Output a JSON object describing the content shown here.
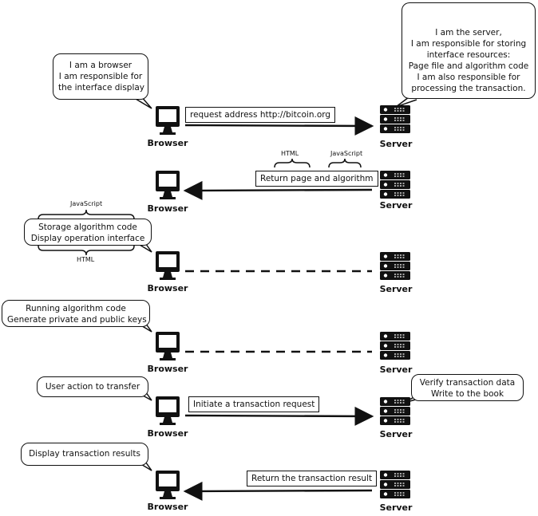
{
  "diagram": {
    "browser_label": "Browser",
    "server_label": "Server",
    "rows": [
      {
        "browser_bubble": [
          "I am a browser",
          "I am responsible for",
          "the interface display"
        ],
        "server_bubble": [
          "I am the server,",
          "I am responsible for storing",
          "interface resources:",
          "Page file and algorithm code",
          "I am also responsible for",
          "processing the transaction."
        ],
        "message": "request address  http://bitcoin.org",
        "direction": "to-server"
      },
      {
        "message": "Return page and algorithm",
        "direction": "to-browser",
        "brace_labels": [
          "HTML",
          "JavaScript"
        ]
      },
      {
        "browser_bubble": [
          "Storage algorithm code",
          "Display operation interface"
        ],
        "brace_labels": [
          "JavaScript",
          "HTML"
        ],
        "direction": "none"
      },
      {
        "browser_bubble": [
          "Running algorithm code",
          "Generate private and public keys"
        ],
        "direction": "none"
      },
      {
        "browser_bubble": [
          "User action to transfer"
        ],
        "server_bubble": [
          "Verify transaction data",
          "Write to the book"
        ],
        "message": "Initiate a transaction request",
        "direction": "to-server"
      },
      {
        "browser_bubble": [
          "Display transaction results"
        ],
        "message": "Return the transaction result",
        "direction": "to-browser"
      }
    ]
  }
}
